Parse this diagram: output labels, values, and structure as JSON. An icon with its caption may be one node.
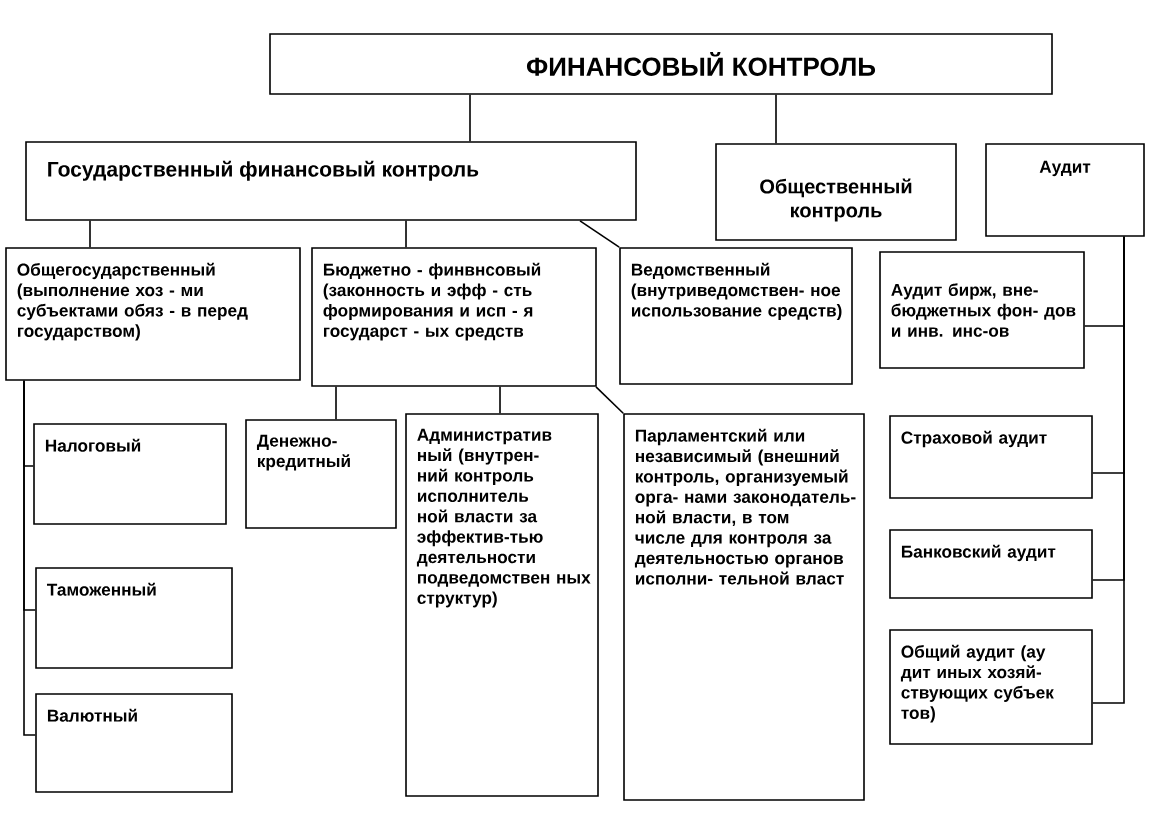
{
  "diagram": {
    "nodes": [
      {
        "text": [
          "ФИНАНСОВЫЙ КОНТРОЛЬ"
        ]
      },
      {
        "text": [
          "Государственный финансовый контроль"
        ]
      },
      {
        "text": [
          "Общественный контроль"
        ]
      },
      {
        "text": [
          "Аудит"
        ]
      },
      {
        "text": [
          "Общегосударственный (выполнение хоз - ми субъектами обяз - в перед государством)"
        ]
      },
      {
        "text": [
          "Бюджетно - финвнсовый (законность и эфф - сть формирования и исп - я государст - ых средств"
        ]
      },
      {
        "text": [
          "Ведомственный (внутриведомствен- ное использование средств)"
        ]
      },
      {
        "text": [
          "Аудит бирж, вне- бюджетных фон- дов и инв. инс-ов"
        ]
      },
      {
        "text": [
          "Налоговый"
        ]
      },
      {
        "text": [
          "Денежно- кредитный"
        ]
      },
      {
        "text": [
          "Административ ный (внутрен- ний контроль исполнитель ной власти за эффектив-тью деятельности подведомствен ных структур)"
        ]
      },
      {
        "text": [
          "Парламентский или независимый (внешний контроль, организуемый орга- нами законодатель- ной власти, в том числе для контроля за деятельностью органов исполни- тельной власт"
        ]
      },
      {
        "text": [
          "Страховой аудит"
        ]
      },
      {
        "text": [
          "Банковский аудит"
        ]
      },
      {
        "text": [
          "Общий аудит (ау дит иных хозяй- ствующих субъек тов)"
        ]
      },
      {
        "text": [
          "Таможенный"
        ]
      },
      {
        "text": [
          "Валютный"
        ]
      }
    ],
    "edges": [
      {
        "from": 0,
        "to": 1,
        "arrow": "none"
      },
      {
        "from": 0,
        "to": 2,
        "arrow": "none"
      },
      {
        "from": 1,
        "to": 4,
        "arrow": "none"
      },
      {
        "from": 1,
        "to": 5,
        "arrow": "none"
      },
      {
        "from": 1,
        "to": 6,
        "arrow": "none"
      },
      {
        "from": 5,
        "to": 9,
        "arrow": "none"
      },
      {
        "from": 5,
        "to": 10,
        "arrow": "none"
      },
      {
        "from": 5,
        "to": 11,
        "arrow": "none"
      },
      {
        "from": 4,
        "to": 8,
        "arrow": "none"
      },
      {
        "from": 4,
        "to": 15,
        "arrow": "none"
      },
      {
        "from": 4,
        "to": 16,
        "arrow": "none"
      },
      {
        "from": 3,
        "to": 7,
        "arrow": "none"
      },
      {
        "from": 3,
        "to": 12,
        "arrow": "none"
      },
      {
        "from": 3,
        "to": 13,
        "arrow": "none"
      },
      {
        "from": 3,
        "to": 14,
        "arrow": "none"
      }
    ]
  }
}
